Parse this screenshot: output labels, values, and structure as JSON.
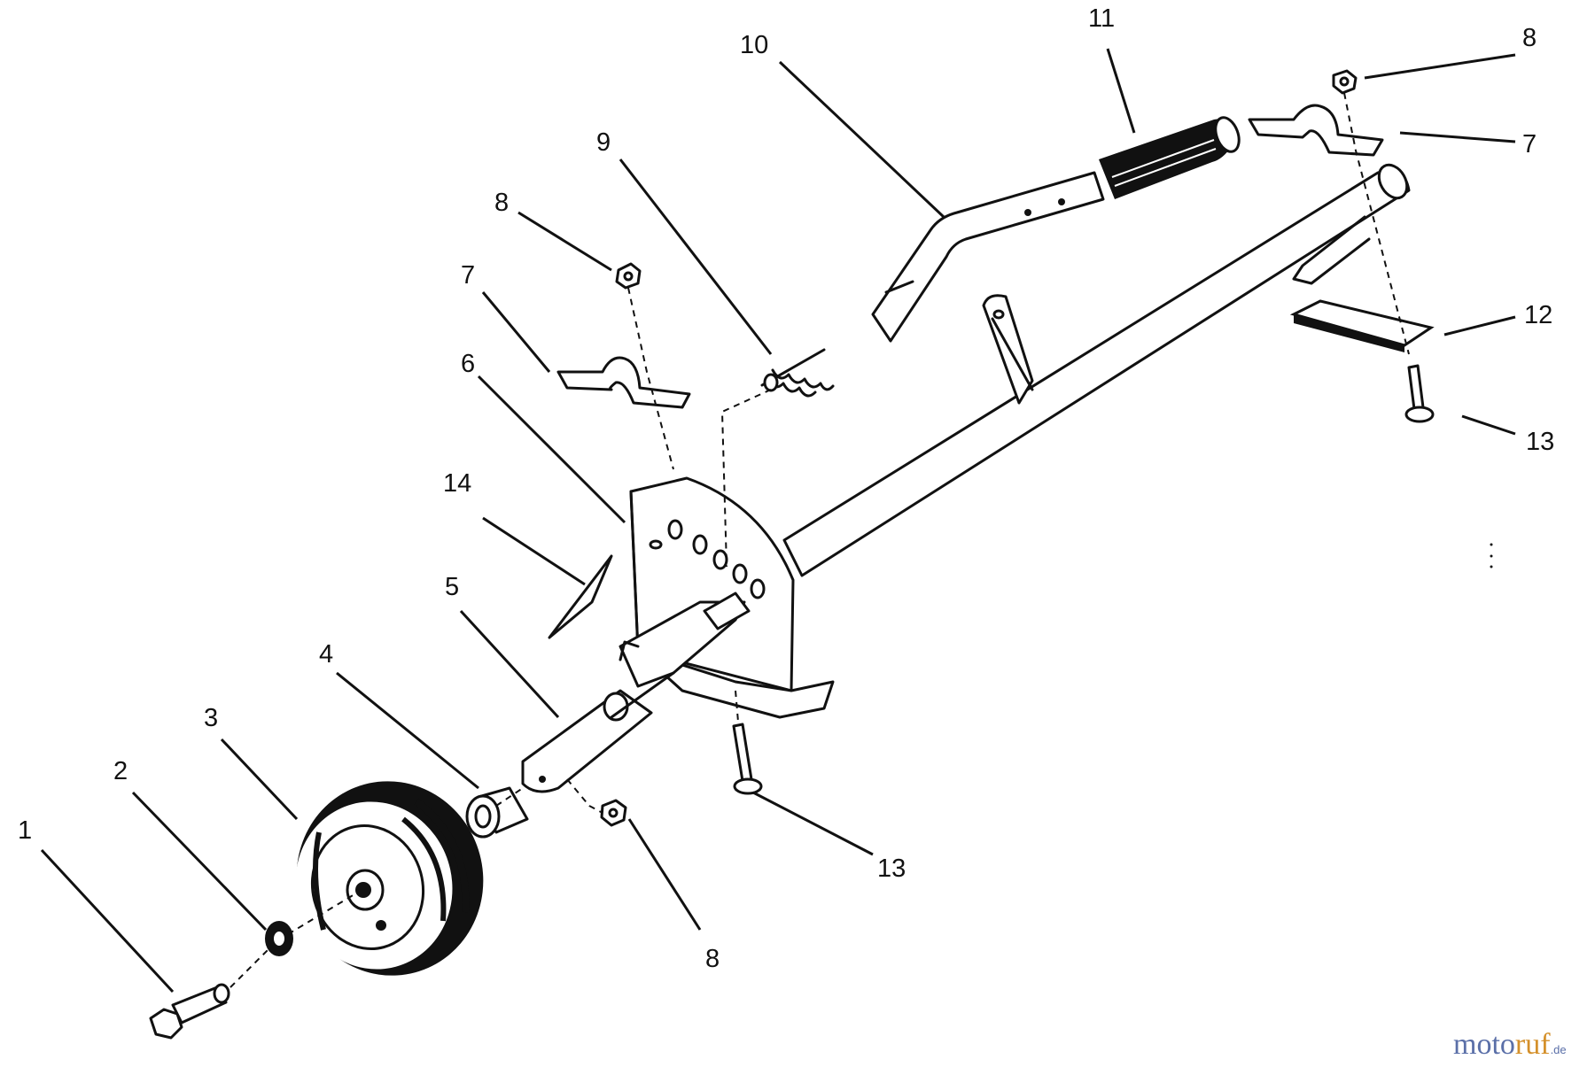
{
  "diagram": {
    "callouts": [
      {
        "id": "c1",
        "text": "1"
      },
      {
        "id": "c2",
        "text": "2"
      },
      {
        "id": "c3",
        "text": "3"
      },
      {
        "id": "c4",
        "text": "4"
      },
      {
        "id": "c5",
        "text": "5"
      },
      {
        "id": "c6",
        "text": "6"
      },
      {
        "id": "c7a",
        "text": "7"
      },
      {
        "id": "c8a",
        "text": "8"
      },
      {
        "id": "c9",
        "text": "9"
      },
      {
        "id": "c10",
        "text": "10"
      },
      {
        "id": "c11",
        "text": "11"
      },
      {
        "id": "c8b",
        "text": "8"
      },
      {
        "id": "c7b",
        "text": "7"
      },
      {
        "id": "c12",
        "text": "12"
      },
      {
        "id": "c13a",
        "text": "13"
      },
      {
        "id": "c14",
        "text": "14"
      },
      {
        "id": "c8c",
        "text": "8"
      },
      {
        "id": "c13b",
        "text": "13"
      }
    ]
  },
  "watermark": {
    "part1": "moto",
    "part2": "ruf",
    "suffix": ".de"
  }
}
